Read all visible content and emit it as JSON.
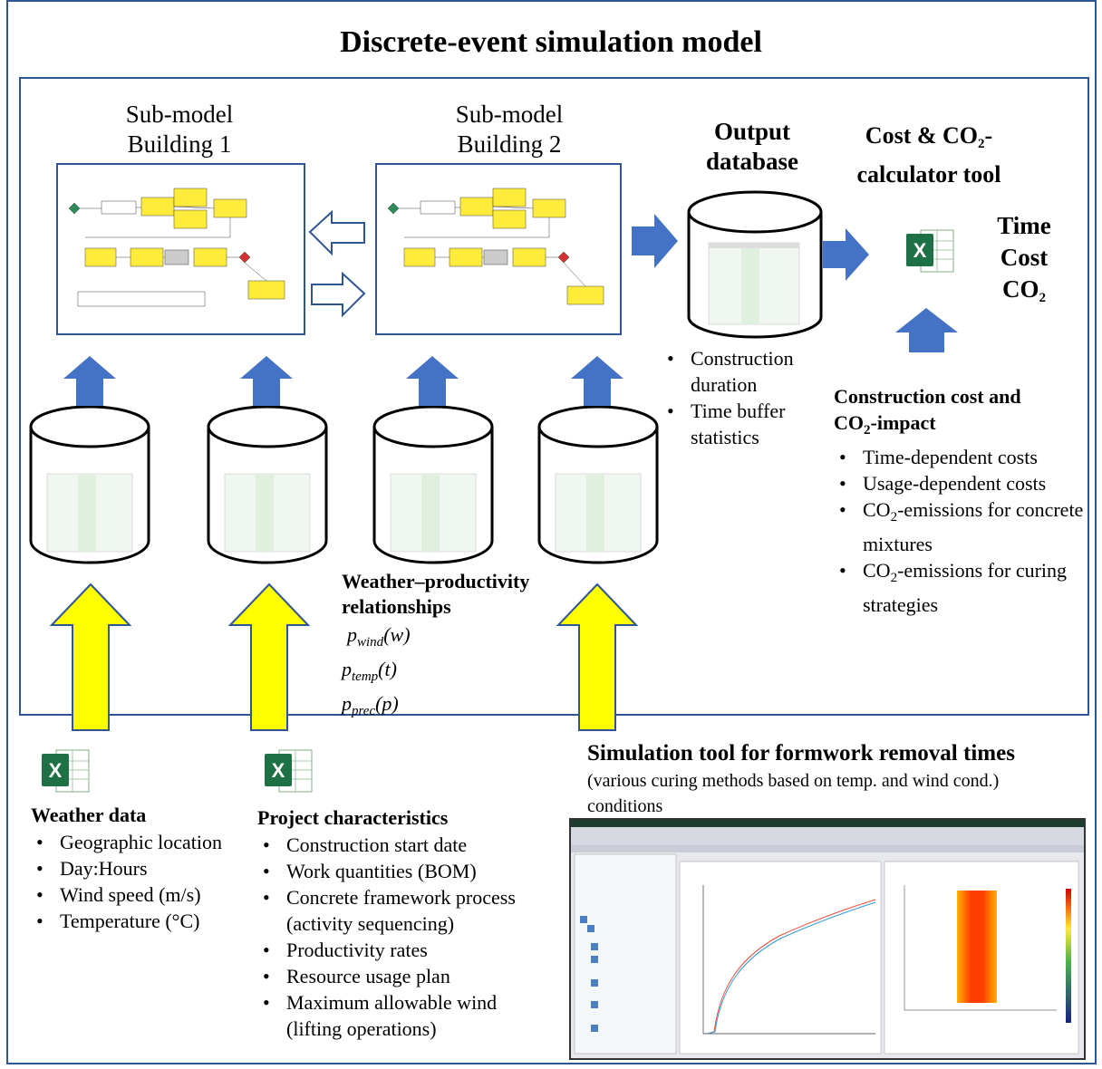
{
  "title": "Discrete-event simulation model",
  "submodel1": {
    "line1": "Sub-model",
    "line2": "Building 1"
  },
  "submodel2": {
    "line1": "Sub-model",
    "line2": "Building 2"
  },
  "output": {
    "line1": "Output",
    "line2": "database",
    "bullets": [
      "Construction duration",
      "Time buffer statistics"
    ]
  },
  "calc": {
    "line1a": "Cost & CO",
    "line1sub": "2",
    "line1b": "-",
    "line2": "calculator tool"
  },
  "results": {
    "time": "Time",
    "cost": "Cost",
    "co": "CO",
    "co_sub": "2"
  },
  "costco2": {
    "heading1": "Construction cost and",
    "heading2a": "CO",
    "heading2sub": "2",
    "heading2b": "-impact",
    "bullet1": "Time-dependent costs",
    "bullet2": "Usage-dependent costs",
    "bullet3a": "CO",
    "bullet3sub": "2",
    "bullet3b": "-emissions for concrete mixtures",
    "bullet4a": "CO",
    "bullet4sub": "2",
    "bullet4b": "-emissions for curing strategies"
  },
  "weather_prod": {
    "heading1": "Weather–productivity",
    "heading2": "relationships",
    "f1": "p",
    "f1s": "wind",
    "f1a": "(w)",
    "f2": "p",
    "f2s": "temp",
    "f2a": "(t)",
    "f3": "p",
    "f3s": "prec",
    "f3a": "(p)"
  },
  "weather_data": {
    "heading": "Weather data",
    "bullets": [
      "Geographic location",
      "Day:Hours",
      "Wind speed (m/s)",
      "Temperature (°C)"
    ]
  },
  "project": {
    "heading": "Project characteristics",
    "bullets": [
      "Construction start date",
      "Work quantities (BOM)",
      "Concrete framework process (activity sequencing)",
      "Productivity rates",
      "Resource usage plan",
      "Maximum allowable wind (lifting operations)"
    ]
  },
  "sim_tool": {
    "heading": "Simulation tool for formwork removal times",
    "sub1": "(various curing methods based on temp. and wind cond.)",
    "sub2": "conditions"
  },
  "colors": {
    "blue_arrow": "#4472c4",
    "yellow_arrow": "#ffff00",
    "frame": "#2f5597",
    "excel_green": "#1e7145"
  }
}
